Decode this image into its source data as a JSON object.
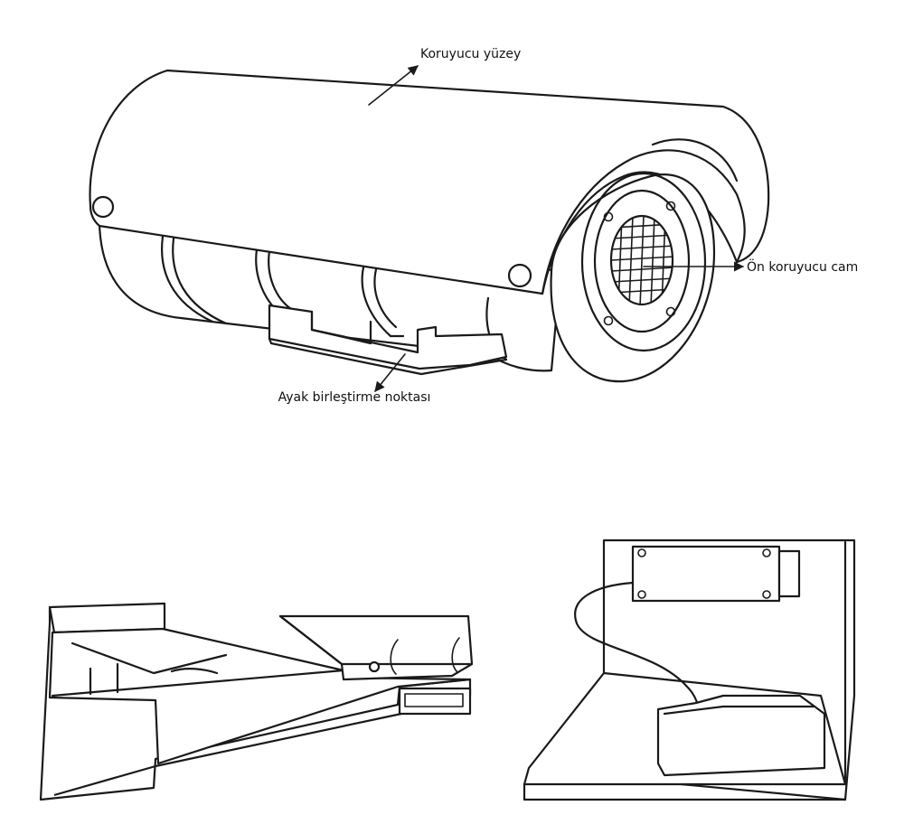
{
  "labels": {
    "protective_surface": "Koruyucu yüzey",
    "front_glass": "Ön koruyucu cam",
    "mount_point": "Ayak birleştirme noktası"
  },
  "colors": {
    "ink": "#1a1a1a",
    "background": "#ffffff"
  }
}
